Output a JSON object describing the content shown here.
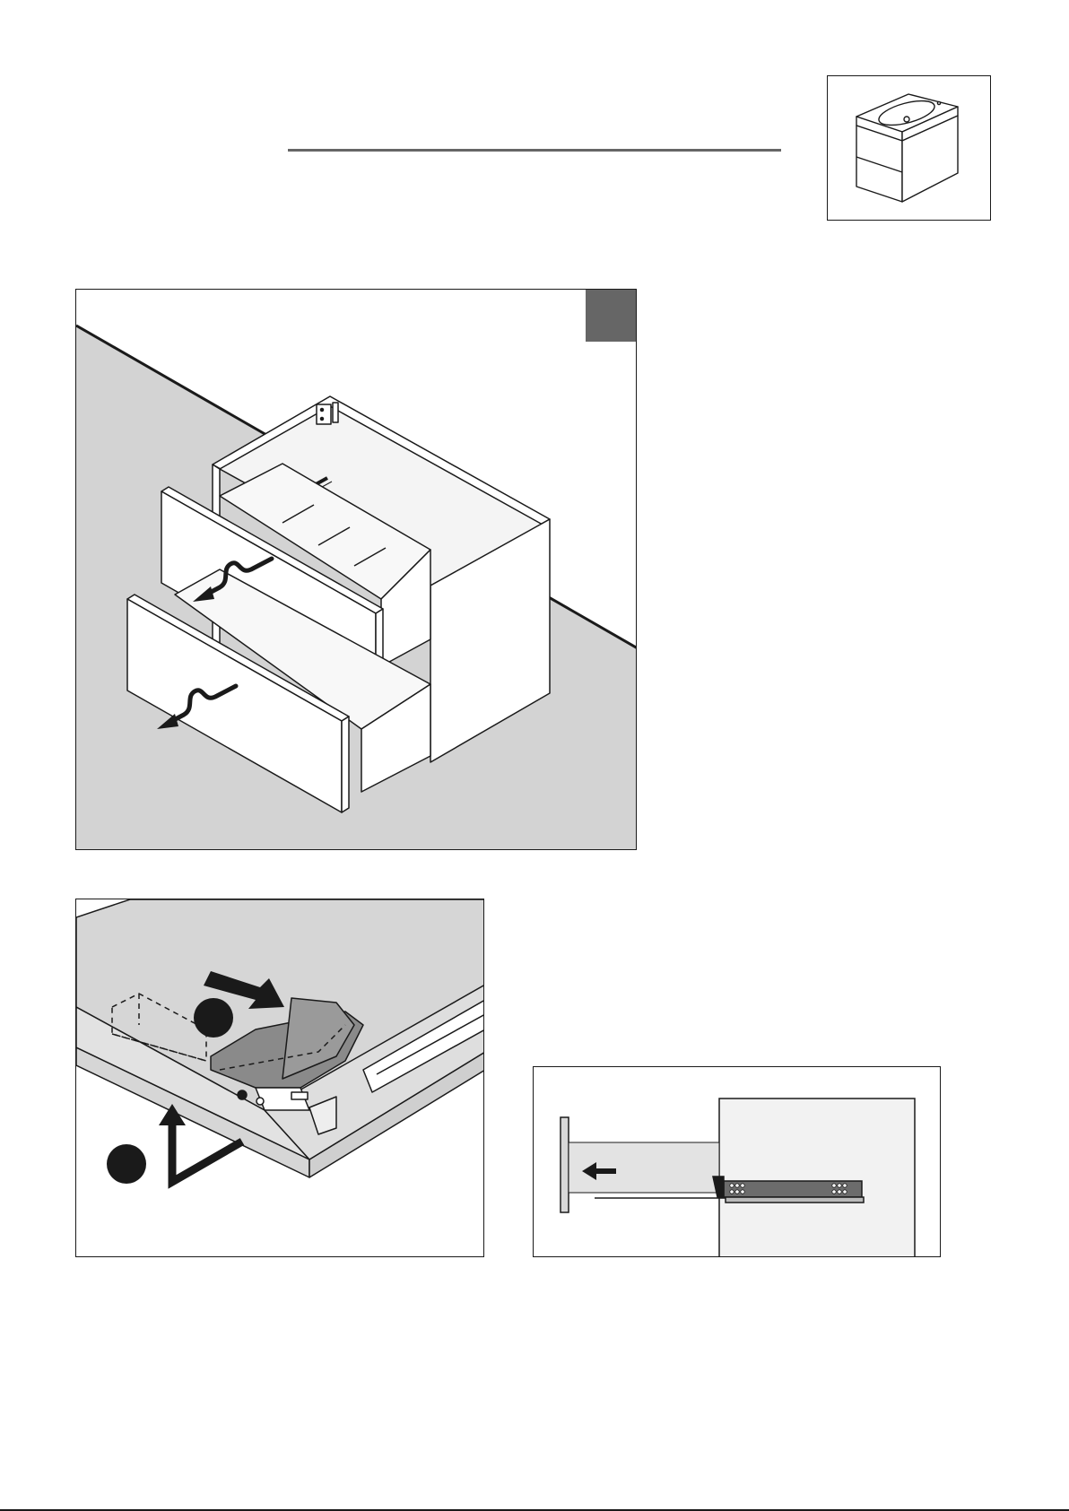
{
  "page": {
    "title_rule": "horizontal-title-line",
    "product_thumbnail": "vanity-unit-thumbnail",
    "step_marker": "step-number-badge",
    "bottom_rule": "footer-line"
  },
  "panels": {
    "main": {
      "name": "remove-drawers-illustration",
      "arrows": [
        "pull-out-arrow",
        "pull-out-arrow"
      ]
    },
    "detail": {
      "name": "drawer-release-clip-detail",
      "callouts": [
        "callout-1",
        "callout-2"
      ]
    },
    "rail": {
      "name": "drawer-slide-rail-detail",
      "arrow": "left-arrow-icon"
    }
  },
  "colors": {
    "background": "#ffffff",
    "floor": "#d3d3d3",
    "line": "#1a1a1a",
    "badge": "#666666",
    "rule": "#666666",
    "rail_fill": "#e3e3e3",
    "wall": "#f2f2f2",
    "clip": "#8a8a8a",
    "rail_dark": "#6c6c6c"
  }
}
